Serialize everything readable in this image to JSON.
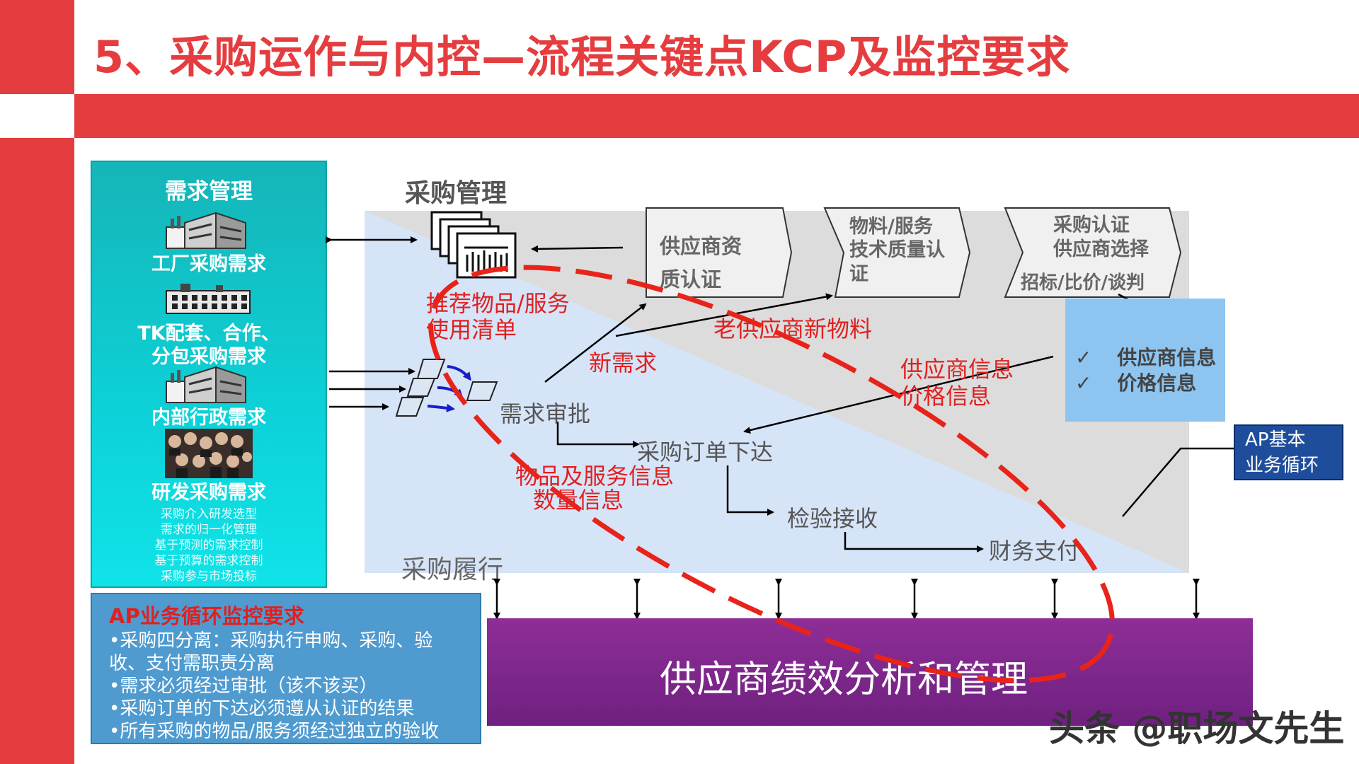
{
  "slide": {
    "title": "5、采购运作与内控—流程关键点KCP及监控要求"
  },
  "demand": {
    "header": "需求管理",
    "items": [
      "工厂采购需求",
      "TK配套、合作、",
      "分包采购需求",
      "内部行政需求",
      "研发采购需求"
    ],
    "notes": [
      "采购介入研发选型",
      "需求的归一化管理",
      "基于预测的需求控制",
      "基于预算的需求控制",
      "采购参与市场投标"
    ]
  },
  "procurement": {
    "label_top": "采购管理",
    "label_bottom": "采购履行",
    "chevrons": [
      {
        "lines": [
          "供应商资",
          "质认证"
        ]
      },
      {
        "lines": [
          "物料/服务",
          "技术质量认",
          "证"
        ]
      },
      {
        "lines": [
          "采购认证",
          "供应商选择",
          "招标/比价/谈判"
        ]
      }
    ],
    "flow": {
      "approval": "需求审批",
      "po": "采购订单下达",
      "inspection": "检验接收",
      "payment": "财务支付"
    },
    "red_labels": {
      "recommend": [
        "推荐物品/服务",
        "使用清单"
      ],
      "new_demand": "新需求",
      "old_supplier": "老供应商新物料",
      "supplier_price": [
        "供应商信息",
        "价格信息"
      ],
      "goods_qty": [
        "物品及服务信息",
        "数量信息"
      ]
    },
    "supplier_info": [
      "供应商信息",
      "价格信息"
    ],
    "check_mark": "✓"
  },
  "ap_cycle": {
    "lines": [
      "AP基本",
      "业务循环"
    ]
  },
  "monitoring": {
    "title": "AP业务循环监控要求",
    "lines": [
      "•采购四分离：采购执行申购、采购、验",
      "收、支付需职责分离",
      "•需求必须经过审批（该不该买）",
      "•采购订单的下达必须遵从认证的结果",
      "•所有采购的物品/服务须经过独立的验收"
    ]
  },
  "performance": {
    "label": "供应商绩效分析和管理"
  },
  "watermark": {
    "text": "头条 @职场文先生"
  },
  "colors": {
    "accent": "#e53d3f",
    "teal": "#0cd2d8",
    "purple": "#7a2488",
    "navy": "#1e4d9c",
    "dashed_red": "#e8241a"
  }
}
